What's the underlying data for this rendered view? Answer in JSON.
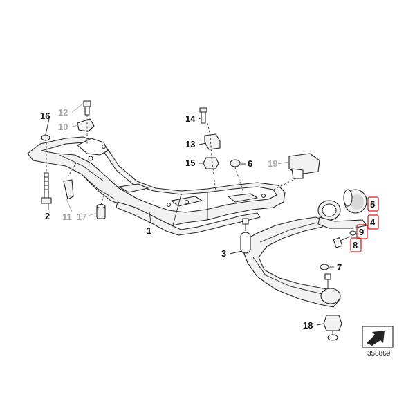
{
  "diagram": {
    "reference_number": "358869",
    "callouts": [
      {
        "id": "c1",
        "label": "1",
        "style": "normal"
      },
      {
        "id": "c2",
        "label": "2",
        "style": "normal"
      },
      {
        "id": "c3",
        "label": "3",
        "style": "normal"
      },
      {
        "id": "c4",
        "label": "4",
        "style": "highlighted"
      },
      {
        "id": "c5",
        "label": "5",
        "style": "highlighted"
      },
      {
        "id": "c6",
        "label": "6",
        "style": "normal"
      },
      {
        "id": "c7",
        "label": "7",
        "style": "normal"
      },
      {
        "id": "c8",
        "label": "8",
        "style": "highlighted"
      },
      {
        "id": "c9",
        "label": "9",
        "style": "highlighted"
      },
      {
        "id": "c10",
        "label": "10",
        "style": "greyed"
      },
      {
        "id": "c11",
        "label": "11",
        "style": "greyed"
      },
      {
        "id": "c12",
        "label": "12",
        "style": "greyed"
      },
      {
        "id": "c13",
        "label": "13",
        "style": "normal"
      },
      {
        "id": "c14",
        "label": "14",
        "style": "normal"
      },
      {
        "id": "c15",
        "label": "15",
        "style": "normal"
      },
      {
        "id": "c16",
        "label": "16",
        "style": "normal"
      },
      {
        "id": "c17",
        "label": "17",
        "style": "greyed"
      },
      {
        "id": "c18",
        "label": "18",
        "style": "normal"
      },
      {
        "id": "c19",
        "label": "19",
        "style": "greyed"
      }
    ],
    "colors": {
      "line": "#222222",
      "highlight_box": "#d42020",
      "greyed_label": "#a8a8a8"
    },
    "icons": [
      "direction-arrow-icon"
    ]
  }
}
